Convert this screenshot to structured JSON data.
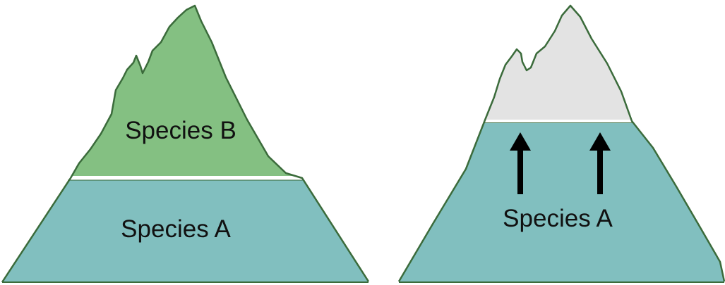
{
  "left_mountain": {
    "upper_zone_label": "Species B",
    "lower_zone_label": "Species A"
  },
  "right_mountain": {
    "lower_zone_label": "Species A",
    "arrow_direction": "up",
    "arrow_count": 2
  },
  "colors": {
    "species_a_fill": "#81BFBF",
    "species_b_fill": "#84C082",
    "empty_zone_fill": "#E3E3E3",
    "outline": "#3B6B3B",
    "arrow": "#000000"
  }
}
